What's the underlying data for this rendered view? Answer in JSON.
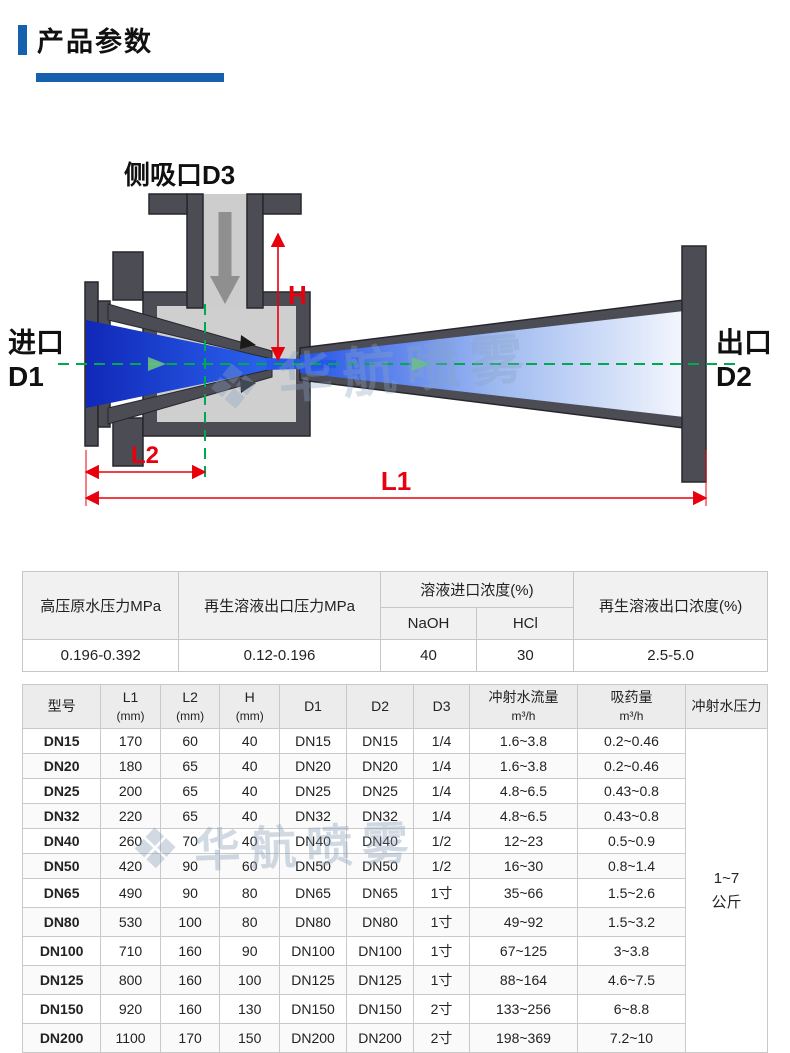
{
  "page": {
    "title": "产品参数"
  },
  "diagram": {
    "labels": {
      "side_port": "侧吸口D3",
      "inlet_line1": "进口",
      "inlet_line2": "D1",
      "outlet_line1": "出口",
      "outlet_line2": "D2",
      "dim_h": "H",
      "dim_l2": "L2",
      "dim_l1": "L1"
    },
    "watermark": "华航喷雾",
    "watermark_icon": "❖",
    "colors": {
      "dimension_red": "#e8000d",
      "centerline_green": "#00a94f",
      "body_gray": "#4c4c55",
      "flow_blue": "#1535c8"
    }
  },
  "pressure_table": {
    "headers": {
      "col1": "高压原水压力MPa",
      "col2": "再生溶液出口压力MPa",
      "col3_group": "溶液进口浓度(%)",
      "col3_sub1": "NaOH",
      "col3_sub2": "HCl",
      "col4": "再生溶液出口浓度(%)"
    },
    "values": {
      "col1": "0.196-0.392",
      "col2": "0.12-0.196",
      "naoh": "40",
      "hcl": "30",
      "col4": "2.5-5.0"
    }
  },
  "spec_table": {
    "headers": {
      "model": "型号",
      "l1": "L1",
      "l1_unit": "(mm)",
      "l2": "L2",
      "l2_unit": "(mm)",
      "h": "H",
      "h_unit": "(mm)",
      "d1": "D1",
      "d2": "D2",
      "d3": "D3",
      "flow": "冲射水流量",
      "flow_unit": "m³/h",
      "suction": "吸药量",
      "suction_unit": "m³/h",
      "pressure": "冲射水压力"
    },
    "rows": [
      [
        "DN15",
        "170",
        "60",
        "40",
        "DN15",
        "DN15",
        "1/4",
        "1.6~3.8",
        "0.2~0.46"
      ],
      [
        "DN20",
        "180",
        "65",
        "40",
        "DN20",
        "DN20",
        "1/4",
        "1.6~3.8",
        "0.2~0.46"
      ],
      [
        "DN25",
        "200",
        "65",
        "40",
        "DN25",
        "DN25",
        "1/4",
        "4.8~6.5",
        "0.43~0.8"
      ],
      [
        "DN32",
        "220",
        "65",
        "40",
        "DN32",
        "DN32",
        "1/4",
        "4.8~6.5",
        "0.43~0.8"
      ],
      [
        "DN40",
        "260",
        "70",
        "40",
        "DN40",
        "DN40",
        "1/2",
        "12~23",
        "0.5~0.9"
      ],
      [
        "DN50",
        "420",
        "90",
        "60",
        "DN50",
        "DN50",
        "1/2",
        "16~30",
        "0.8~1.4"
      ],
      [
        "DN65",
        "490",
        "90",
        "80",
        "DN65",
        "DN65",
        "1寸",
        "35~66",
        "1.5~2.6"
      ],
      [
        "DN80",
        "530",
        "100",
        "80",
        "DN80",
        "DN80",
        "1寸",
        "49~92",
        "1.5~3.2"
      ],
      [
        "DN100",
        "710",
        "160",
        "90",
        "DN100",
        "DN100",
        "1寸",
        "67~125",
        "3~3.8"
      ],
      [
        "DN125",
        "800",
        "160",
        "100",
        "DN125",
        "DN125",
        "1寸",
        "88~164",
        "4.6~7.5"
      ],
      [
        "DN150",
        "920",
        "160",
        "130",
        "DN150",
        "DN150",
        "2寸",
        "133~256",
        "6~8.8"
      ],
      [
        "DN200",
        "1100",
        "170",
        "150",
        "DN200",
        "DN200",
        "2寸",
        "198~369",
        "7.2~10"
      ]
    ],
    "jet_pressure_value": [
      "1~7",
      "公斤"
    ]
  }
}
